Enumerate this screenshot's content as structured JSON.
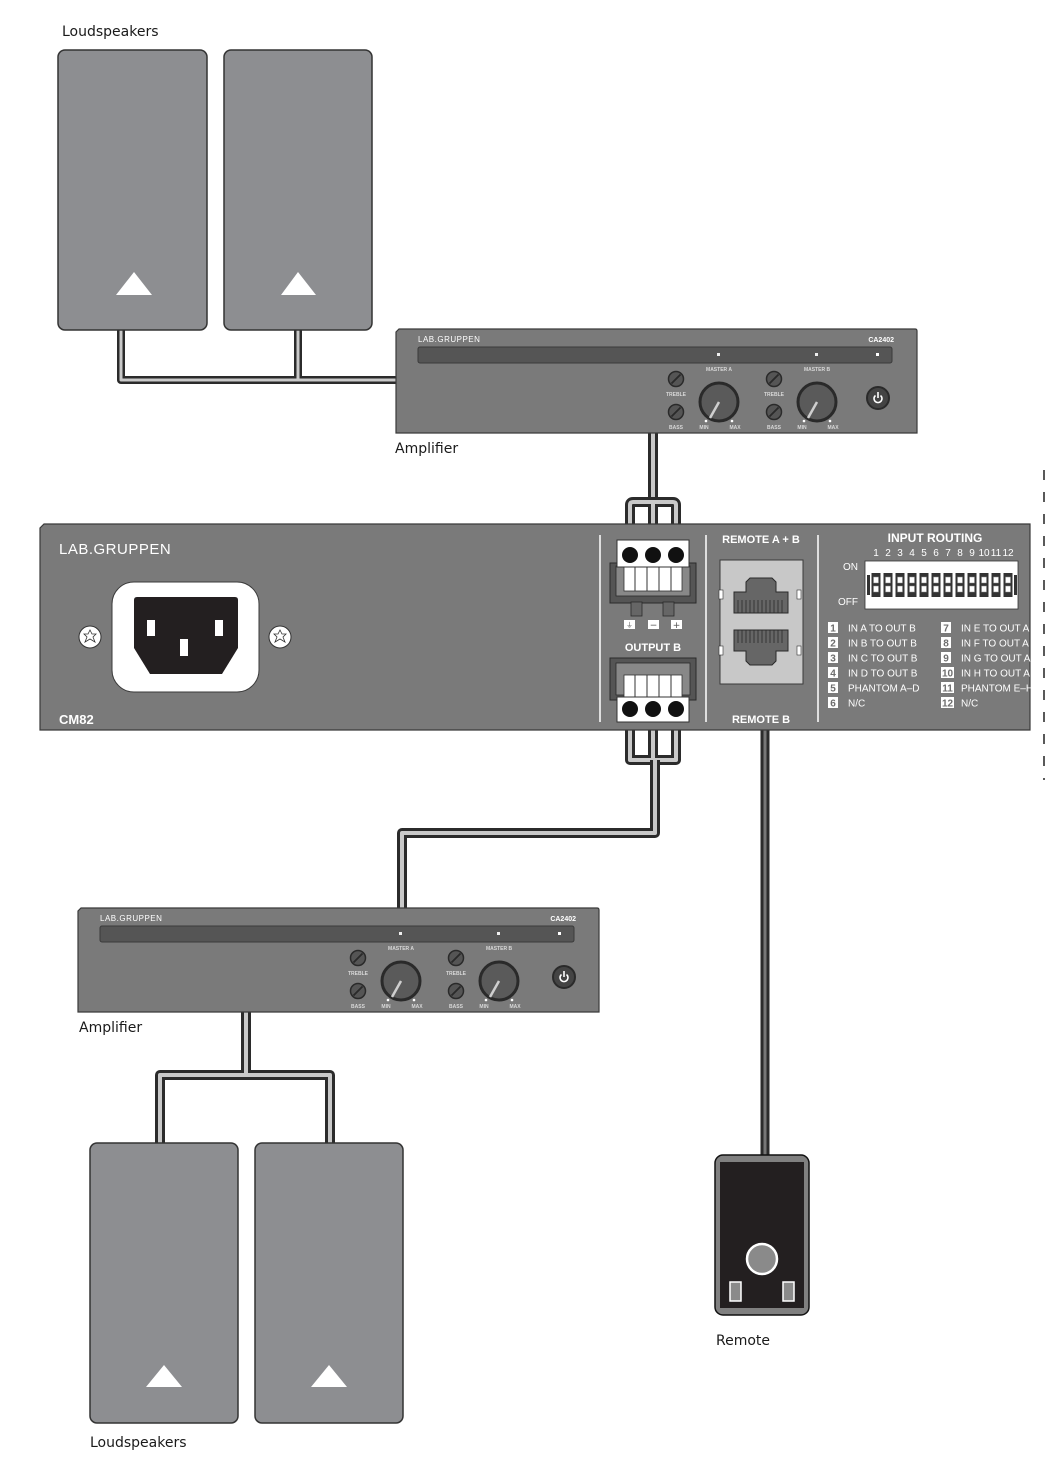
{
  "captions": {
    "top_speakers": "Loudspeakers",
    "top_amplifier": "Amplifier",
    "bottom_amplifier": "Amplifier",
    "bottom_speakers": "Loudspeakers",
    "remote": "Remote"
  },
  "amplifier": {
    "brand": "LAB.GRUPPEN",
    "model": "CA2402",
    "master_a": "MASTER A",
    "master_b": "MASTER B",
    "treble": "TREBLE",
    "bass": "BASS",
    "min": "MIN",
    "max": "MAX",
    "power_icon": "power-icon"
  },
  "cm82": {
    "brand": "LAB.GRUPPEN",
    "model": "CM82",
    "output_b": "OUTPUT B",
    "terminal_symbols": [
      "⏚",
      "−",
      "+"
    ],
    "remote_a_b": "REMOTE A + B",
    "remote_b": "REMOTE B",
    "input_routing": {
      "title": "INPUT ROUTING",
      "on": "ON",
      "off": "OFF",
      "switch_numbers": [
        "1",
        "2",
        "3",
        "4",
        "5",
        "6",
        "7",
        "8",
        "9",
        "10",
        "11",
        "12"
      ],
      "legend": [
        {
          "num": "1",
          "label": "IN A TO OUT B"
        },
        {
          "num": "2",
          "label": "IN B TO OUT B"
        },
        {
          "num": "3",
          "label": "IN C TO OUT B"
        },
        {
          "num": "4",
          "label": "IN D TO OUT B"
        },
        {
          "num": "5",
          "label": "PHANTOM A–D"
        },
        {
          "num": "6",
          "label": "N/C"
        },
        {
          "num": "7",
          "label": "IN E TO OUT A"
        },
        {
          "num": "8",
          "label": "IN F TO OUT A"
        },
        {
          "num": "9",
          "label": "IN G TO OUT A"
        },
        {
          "num": "10",
          "label": "IN H TO OUT A"
        },
        {
          "num": "11",
          "label": "PHANTOM E–H"
        },
        {
          "num": "12",
          "label": "N/C"
        }
      ]
    }
  },
  "colors": {
    "panel": "#7a7a7a",
    "speaker": "#8d8e91",
    "outline": "#333333",
    "cable_core": "#c9c9c9",
    "remote_body": "#231f20"
  }
}
